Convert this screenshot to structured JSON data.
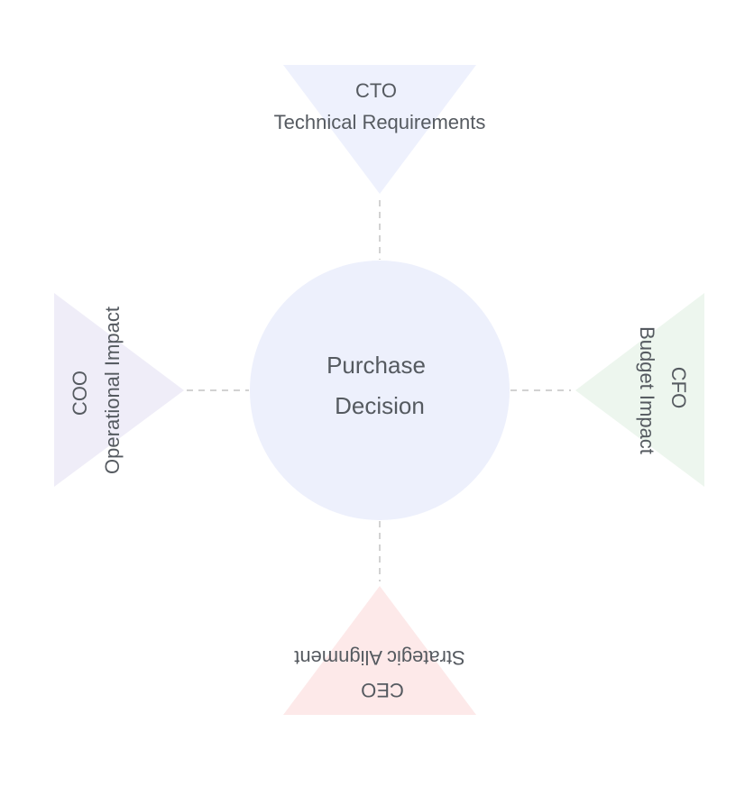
{
  "center": {
    "line1": "Purchase",
    "line2": "Decision",
    "fill": "#edf0fc"
  },
  "stakeholders": {
    "cto": {
      "role": "CTO",
      "focus": "Technical Requirements",
      "fill": "#eef1fd"
    },
    "cfo": {
      "role": "CFO",
      "focus": "Budget Impact",
      "fill": "#edf6ee"
    },
    "ceo": {
      "role": "CEO",
      "focus": "Strategic Alignment",
      "fill": "#fde9e9"
    },
    "coo": {
      "role": "COO",
      "focus": "Operational Impact",
      "fill": "#efedf8"
    }
  },
  "colors": {
    "connector": "#c4c4c4",
    "text": "#555a60"
  }
}
